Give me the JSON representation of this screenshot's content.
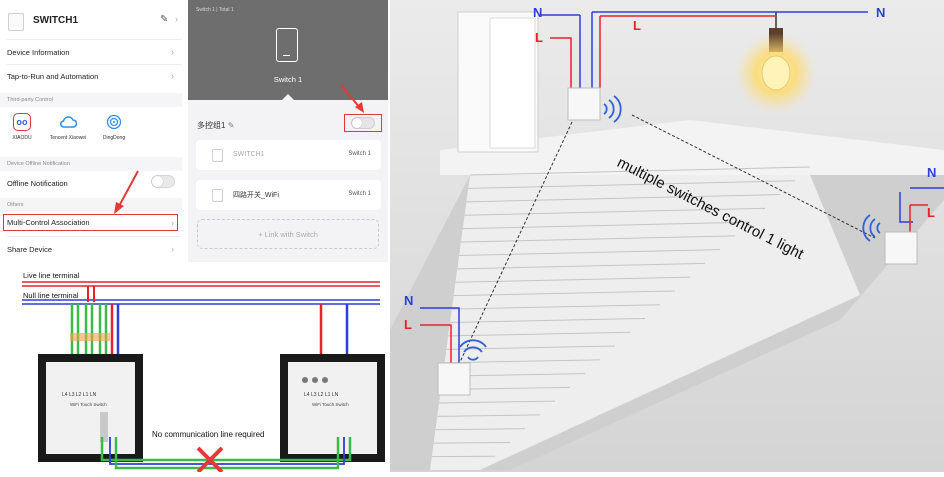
{
  "settings": {
    "device_name": "SWITCH1",
    "device_info": "Device Information",
    "tap_to_run": "Tap-to-Run and Automation",
    "third_party_header": "Third-party Control",
    "third_party": [
      {
        "label": "XIAODU",
        "icon": "xiaodu-icon"
      },
      {
        "label": "Tencent Xiaowei",
        "icon": "cloud-icon"
      },
      {
        "label": "DingDong",
        "icon": "dingdong-icon"
      }
    ],
    "offline_header": "Device Offline Notification",
    "offline_label": "Offline Notification",
    "others_header": "Others",
    "multi_control": "Multi-Control Association",
    "share_device": "Share Device"
  },
  "device_panel": {
    "header_small": "Switch 1 | Total 1",
    "switch_name": "Switch 1",
    "group_label": "多控组1",
    "items": [
      {
        "name": "SWITCH1",
        "channel": "Switch 1"
      },
      {
        "name": "四路开关_WiFi",
        "channel": "Switch 1"
      }
    ],
    "link_button": "+ Link with Switch"
  },
  "wiring": {
    "live_label": "Live line terminal",
    "null_label": "Null line terminal",
    "no_comm": "No communication line required",
    "terminals": "L4 L3 L2 L1 LN",
    "device_label": "WiFi Touch Switch"
  },
  "stairs": {
    "n_label": "N",
    "l_label": "L",
    "caption": "multiple switches control 1 light"
  },
  "colors": {
    "live": "#e8222a",
    "neutral": "#2d3fd8",
    "accent_red": "#e53935",
    "signal": "#2f62d6",
    "green": "#3dbb4a"
  }
}
